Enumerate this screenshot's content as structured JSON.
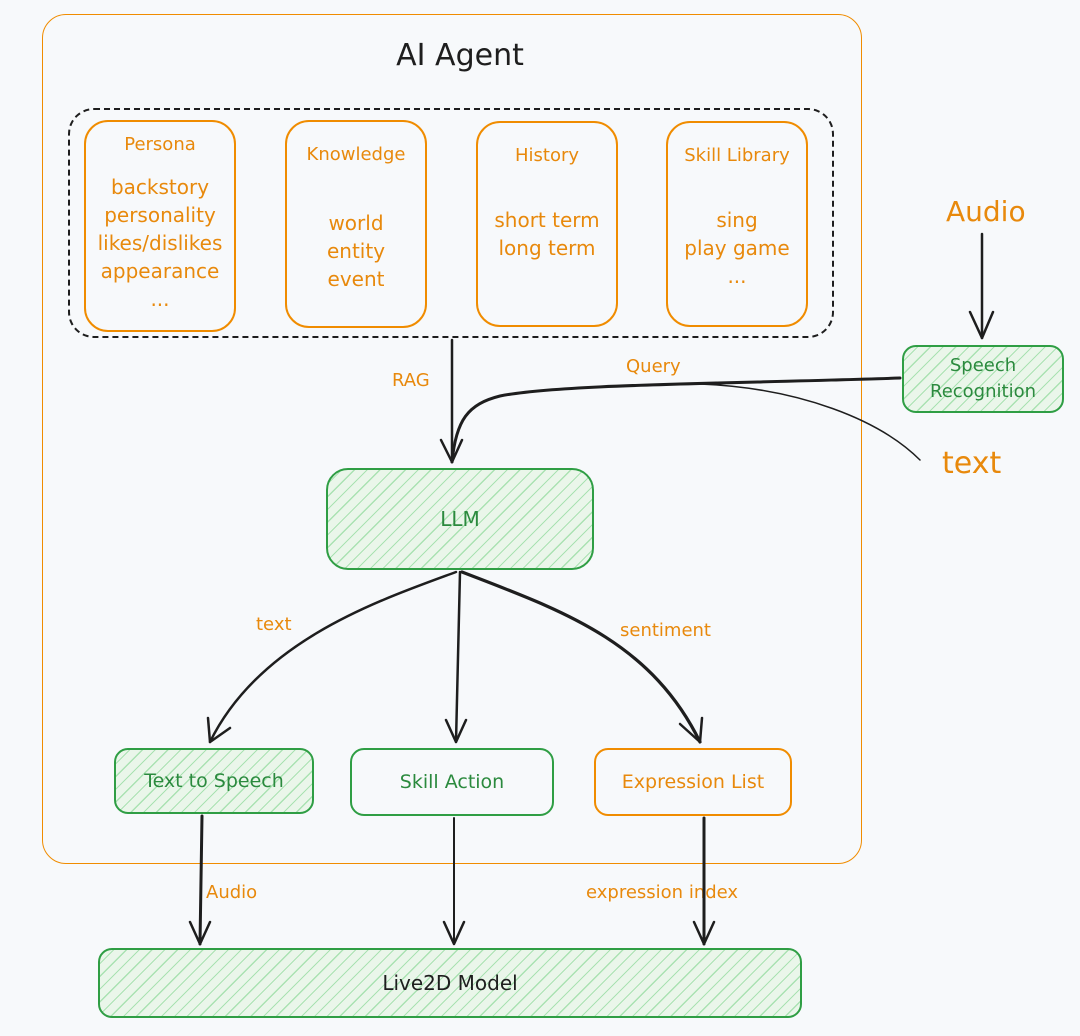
{
  "agent": {
    "title": "AI Agent"
  },
  "cards": [
    {
      "heading": "Persona",
      "lines": [
        "backstory",
        "personality",
        "likes/dislikes",
        "appearance",
        "..."
      ]
    },
    {
      "heading": "Knowledge",
      "lines": [
        "world",
        "entity",
        "event"
      ]
    },
    {
      "heading": "History",
      "lines": [
        "short term",
        "long term"
      ]
    },
    {
      "heading": "Skill Library",
      "lines": [
        "sing",
        "play game",
        "..."
      ]
    }
  ],
  "nodes": {
    "llm": "LLM",
    "speech_recognition": [
      "Speech",
      "Recognition"
    ],
    "tts": "Text to Speech",
    "skill_action": "Skill Action",
    "expression_list": "Expression List",
    "live2d": "Live2D Model"
  },
  "labels": {
    "audio_in": "Audio",
    "text_in": "text",
    "rag": "RAG",
    "query": "Query",
    "text_edge": "text",
    "sentiment": "sentiment",
    "audio_out": "Audio",
    "expression_index": "expression index"
  },
  "colors": {
    "orange": "#f08c00",
    "green": "#2f9e44",
    "ink": "#1e1e1e",
    "background": "#f7f9fb"
  }
}
